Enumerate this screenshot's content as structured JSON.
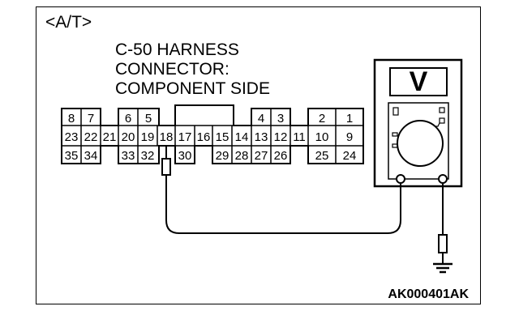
{
  "header_tag": "<A/T>",
  "connector_title": [
    "C-50 HARNESS",
    "CONNECTOR:",
    "COMPONENT SIDE"
  ],
  "pins": {
    "top": [
      "8",
      "7",
      "6",
      "5",
      "4",
      "3",
      "2",
      "1"
    ],
    "middle": [
      "23",
      "22",
      "21",
      "20",
      "19",
      "18",
      "17",
      "16",
      "15",
      "14",
      "13",
      "12",
      "11",
      "10",
      "9"
    ],
    "bottom": [
      "35",
      "34",
      "33",
      "32",
      "30",
      "29",
      "28",
      "27",
      "26",
      "25",
      "24"
    ]
  },
  "meter_display": "V",
  "figure_code": "AK000401AK"
}
